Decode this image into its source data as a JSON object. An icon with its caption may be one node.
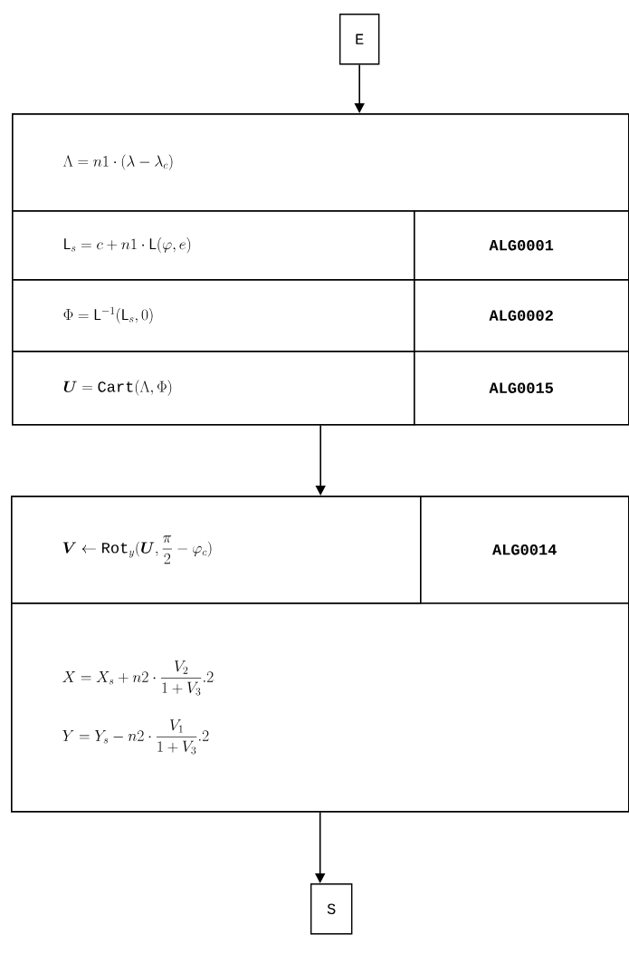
{
  "diagram": {
    "nodes": [
      {
        "text": [
          "E"
        ]
      },
      {
        "text": [],
        "shape": "box"
      },
      {
        "text": [
          "\\Lambda = n1 \\cdot ( \\lambda - \\lambda_c )"
        ],
        "in": 1
      },
      {
        "text": [
          "\\mathsf{L}_s = c + n1 \\cdot \\mathsf{L}( \\varphi , e )"
        ],
        "in": 1
      },
      {
        "text": [
          "ALG0001"
        ],
        "in": 1
      },
      {
        "text": [
          "\\Phi = \\mathsf{L}^{-1}( \\mathsf{L}_s , 0 )"
        ],
        "in": 1
      },
      {
        "text": [
          "ALG0002"
        ],
        "in": 1
      },
      {
        "text": [
          "\\boldsymbol{U} = \\mathrm{Cart}( \\Lambda , \\Phi )"
        ],
        "in": 1
      },
      {
        "text": [
          "ALG0015"
        ],
        "in": 1
      },
      {
        "text": [],
        "shape": "box"
      },
      {
        "text": [
          "\\boldsymbol{V} \\leftarrow \\mathrm{Rot}_y ( \\boldsymbol{U} , \\frac{\\pi}{2} - \\varphi_c )"
        ],
        "in": 9
      },
      {
        "text": [
          "ALG0014"
        ],
        "in": 9
      },
      {
        "text": [
          "X = X_s + n2 \\cdot \\frac{V_2}{1 + V_3} . 2",
          "Y = Y_s - n2 \\cdot \\frac{V_1}{1 + V_3} . 2"
        ],
        "in": 9
      },
      {
        "text": [
          "S"
        ]
      }
    ],
    "edges": [
      {
        "from": 0,
        "to": 1,
        "arrow": "to"
      },
      {
        "from": 1,
        "to": 9,
        "arrow": "to"
      },
      {
        "from": 9,
        "to": 13,
        "arrow": "to"
      }
    ]
  }
}
